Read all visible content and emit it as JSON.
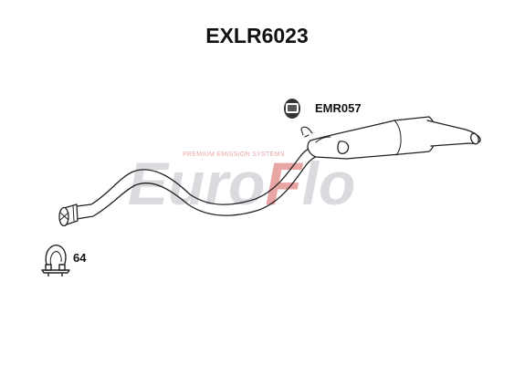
{
  "title": "EXLR6023",
  "parts": {
    "mount_label": "EMR057",
    "clamp_label": "64"
  },
  "watermark": {
    "brand": "EuroFlo",
    "tagline": "PREMIUM EMISSION SYSTEMS",
    "colors": {
      "grey": "#d6d8dc",
      "red": "#e79b9b"
    }
  },
  "colors": {
    "line": "#222222",
    "fill": "#ffffff"
  }
}
